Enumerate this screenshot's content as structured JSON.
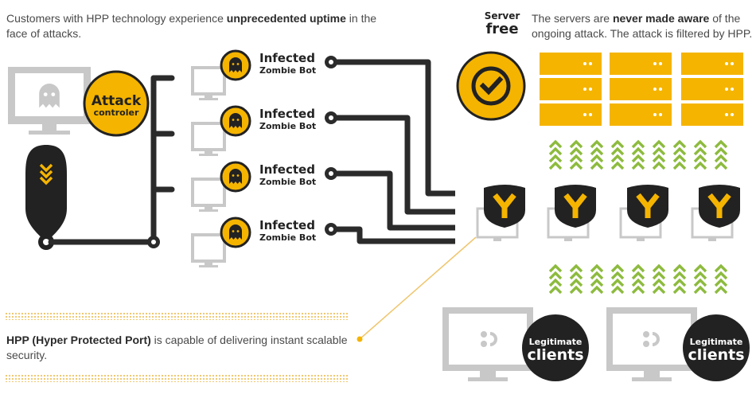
{
  "intro": {
    "text_before": "Customers with HPP technology experience ",
    "text_bold": "unprecedented uptime",
    "text_after": " in the face of attacks."
  },
  "server_free": {
    "line1": "Server",
    "line2": "free"
  },
  "server_desc": {
    "text_before": "The servers are ",
    "text_bold": "never made aware",
    "text_after": " of the ongoing attack. The attack is filtered by HPP."
  },
  "attacker": {
    "label_line1": "Attack",
    "label_line2": "controler",
    "icon": "ghost-icon"
  },
  "bots": [
    {
      "line1": "Infected",
      "line2": "Zombie Bot",
      "icon": "ghost-icon"
    },
    {
      "line1": "Infected",
      "line2": "Zombie Bot",
      "icon": "ghost-icon"
    },
    {
      "line1": "Infected",
      "line2": "Zombie Bot",
      "icon": "ghost-icon"
    },
    {
      "line1": "Infected",
      "line2": "Zombie Bot",
      "icon": "ghost-icon"
    }
  ],
  "hpp": {
    "text_bold": "HPP (Hyper Protected Port)",
    "text_after": " is capable of delivering instant scalable security.",
    "port_icon": "y-shield-icon",
    "port_count": 4
  },
  "clients": [
    {
      "line1": "Legitimate",
      "line2": "clients",
      "icon": "client-icon"
    },
    {
      "line1": "Legitimate",
      "line2": "clients",
      "icon": "client-icon"
    }
  ],
  "colors": {
    "accent": "#f5b400",
    "dark": "#222222",
    "cable": "#2b2b2b",
    "monitor": "#c8c8c8",
    "arrow_green": "#8dbb3e",
    "connector": "#efc66d"
  }
}
